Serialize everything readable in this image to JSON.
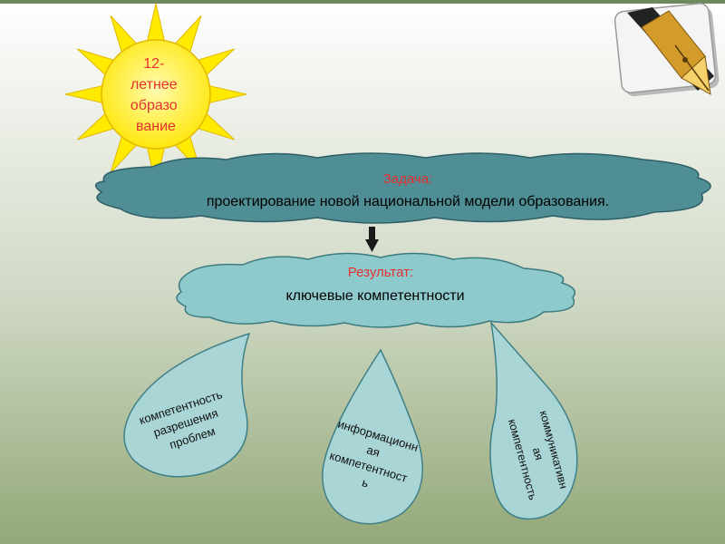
{
  "sun": {
    "lines": [
      "12-",
      "летнее",
      "образо",
      "вание"
    ]
  },
  "task": {
    "heading": "Задача:",
    "text": "проектирование новой  национальной модели образования."
  },
  "result": {
    "heading": "Результат:",
    "text": "ключевые компетентности"
  },
  "drops": [
    {
      "lines": [
        "компетентность",
        "разрешения",
        "проблем"
      ]
    },
    {
      "lines": [
        "информационн",
        "ая",
        "компетентност",
        "ь"
      ]
    },
    {
      "lines": [
        "коммуникативн",
        "ая",
        "компетентность"
      ]
    }
  ],
  "icons": {
    "corner": "pen-nib-icon",
    "connector": "down-arrow-icon"
  },
  "colors": {
    "background_top": "#ffffff",
    "background_bottom": "#93a878",
    "cloud_fill": "#4f8e95",
    "result_cloud_fill": "#8ec9cc",
    "drop_fill": "#a9d5d6",
    "sun_fill": "#ffea00",
    "accent_red": "#e53030"
  }
}
